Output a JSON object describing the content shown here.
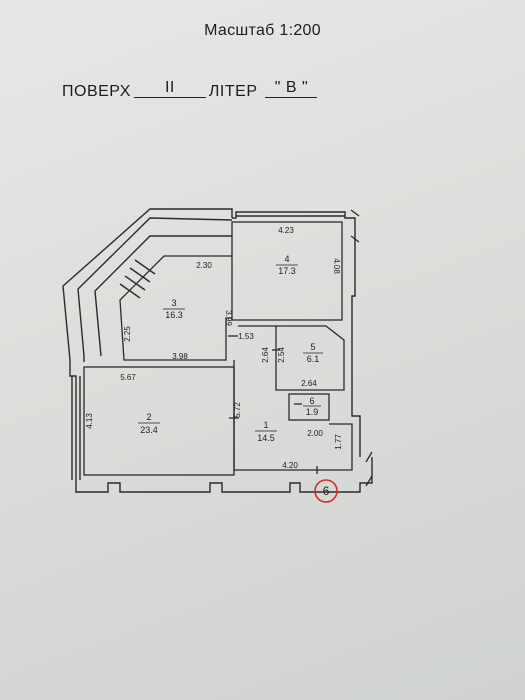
{
  "header": {
    "scale": "Масштаб 1:200",
    "floor_label": "ПОВЕРХ",
    "floor_value": "II",
    "liter_label": "ЛІТЕР",
    "liter_open": "\"",
    "liter_value": "В",
    "liter_close": "\""
  },
  "rooms": [
    {
      "number": "1",
      "area": "14.5"
    },
    {
      "number": "2",
      "area": "23.4"
    },
    {
      "number": "3",
      "area": "16.3"
    },
    {
      "number": "4",
      "area": "17.3"
    },
    {
      "number": "5",
      "area": "6.1"
    },
    {
      "number": "6",
      "area": "1.9"
    }
  ],
  "dimensions": {
    "room4_top": "4.23",
    "room4_right": "4.08",
    "room3_top": "2.30",
    "room3_right": "3.99",
    "room3_left": "2.25",
    "room3_bottom": "3.98",
    "corridor_top": "1.53",
    "room2_top": "5.67",
    "room2_left": "4.13",
    "room2_right": "5.72",
    "room5_left_outer": "2.64",
    "room5_left_inner": "2.54",
    "room5_bottom": "2.64",
    "room6_bottom": "2.00",
    "room1_right": "1.77",
    "room1_bottom": "4.20"
  },
  "marker": {
    "label": "6",
    "color": "#d42b2b"
  }
}
